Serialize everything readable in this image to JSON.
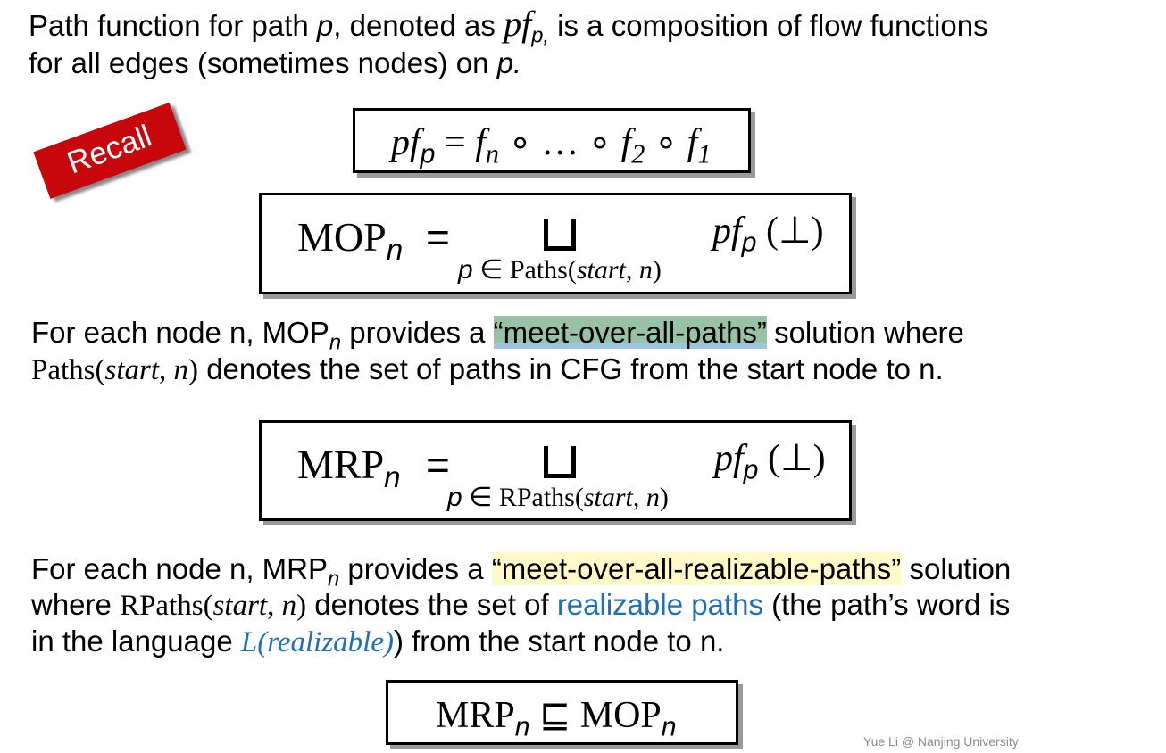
{
  "intro": {
    "line1_a": "Path function for path ",
    "p_symbol": "p",
    "line1_b": ", denoted as ",
    "pf": "pf",
    "pf_sub": "p,",
    "line1_c": " is a composition of flow functions",
    "line2_a": "for all edges (sometimes nodes) on ",
    "line2_p": "p."
  },
  "recall_stamp": "Recall",
  "formula_pf": {
    "lhs": "pf",
    "lhs_sub": "p",
    "eq": " = ",
    "f": "f",
    "f_n_sub": "n",
    "dots": " ∘ … ∘ ",
    "f2_sub": "2",
    "compose": " ∘ ",
    "f1_sub": "1"
  },
  "formula_mop": {
    "name": "MOP",
    "sub": "n",
    "eq": "=",
    "cond_p": "p",
    "cond_in": " ∈ ",
    "cond_set": "Paths(",
    "cond_start": "start",
    "cond_sep": ", ",
    "cond_n": "n",
    "cond_close": ")",
    "pf": "pf",
    "pf_sub": "p",
    "arg": " (⊥)"
  },
  "mop_desc": {
    "a": "For each node n, MOP",
    "sub": "n",
    "b": " provides a ",
    "hl": "“meet-over-all-paths”",
    "c": " solution where",
    "d_set": "Paths(",
    "d_start": "start",
    "d_sep": ", ",
    "d_n": "n",
    "d_close": ")",
    "d_rest": " denotes the set of paths in CFG from the start node to n."
  },
  "formula_mrp": {
    "name": "MRP",
    "sub": "n",
    "eq": "=",
    "cond_p": "p",
    "cond_in": " ∈ ",
    "cond_set": "RPaths(",
    "cond_start": "start",
    "cond_sep": ", ",
    "cond_n": "n",
    "cond_close": ")",
    "pf": "pf",
    "pf_sub": "p",
    "arg": " (⊥)"
  },
  "mrp_desc": {
    "a": "For each node n, MRP",
    "sub": "n",
    "b": " provides a ",
    "hl": "“meet-over-all-realizable-paths”",
    "c": " solution",
    "l2_a": "where ",
    "l2_set": "RPaths(",
    "l2_start": "start",
    "l2_sep": ", ",
    "l2_n": "n",
    "l2_close": ")",
    "l2_b": " denotes the set of ",
    "l2_link": "realizable paths",
    "l2_c": " (the path’s word is",
    "l3_a": "in the language ",
    "l3_lang": "L(realizable)",
    "l3_b": ") from the start node to n."
  },
  "formula_final": {
    "lhs": "MRP",
    "lhs_sub": "n",
    "rel": " ⊑ ",
    "rhs": "MOP",
    "rhs_sub": "n"
  },
  "footer": "Yue Li @ Nanjing University"
}
